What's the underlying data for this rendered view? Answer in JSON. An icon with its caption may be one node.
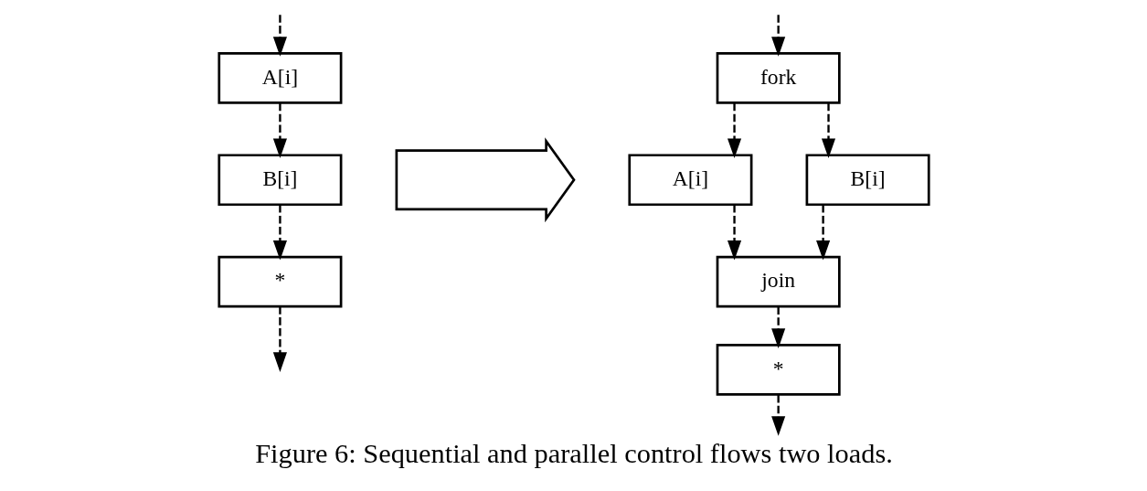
{
  "diagram": {
    "caption": "Figure 6: Sequential and parallel control flows two loads.",
    "nodes": [
      {
        "text": [
          "A[i]"
        ]
      },
      {
        "text": [
          "B[i]"
        ]
      },
      {
        "text": [
          "*"
        ]
      },
      {
        "text": [],
        "shape": "arrow"
      },
      {
        "text": [
          "fork"
        ]
      },
      {
        "text": [
          "A[i]"
        ]
      },
      {
        "text": [
          "B[i]"
        ]
      },
      {
        "text": [
          "join"
        ]
      },
      {
        "text": [
          "*"
        ]
      }
    ],
    "edges": [
      {
        "from": null,
        "to": 0,
        "arrow": "to",
        "style": "dashed"
      },
      {
        "from": 0,
        "to": 1,
        "arrow": "to",
        "style": "dashed"
      },
      {
        "from": 1,
        "to": 2,
        "arrow": "to",
        "style": "dashed"
      },
      {
        "from": 2,
        "to": null,
        "arrow": "to",
        "style": "dashed"
      },
      {
        "from": null,
        "to": 4,
        "arrow": "to",
        "style": "dashed"
      },
      {
        "from": 4,
        "to": 5,
        "arrow": "to",
        "style": "dashed"
      },
      {
        "from": 4,
        "to": 6,
        "arrow": "to",
        "style": "dashed"
      },
      {
        "from": 5,
        "to": 7,
        "arrow": "to",
        "style": "dashed"
      },
      {
        "from": 6,
        "to": 7,
        "arrow": "to",
        "style": "dashed"
      },
      {
        "from": 7,
        "to": 8,
        "arrow": "to",
        "style": "dashed"
      },
      {
        "from": 8,
        "to": null,
        "arrow": "to",
        "style": "dashed"
      }
    ]
  }
}
